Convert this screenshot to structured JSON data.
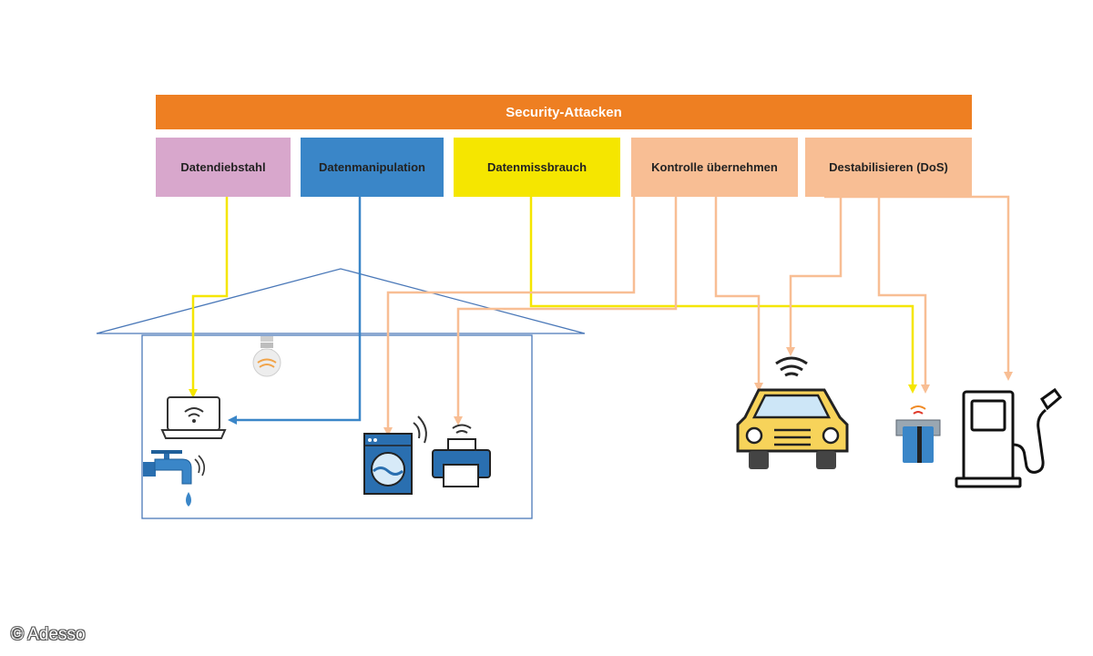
{
  "header": {
    "title": "Security-Attacken"
  },
  "categories": [
    {
      "label": "Datendiebstahl"
    },
    {
      "label": "Datenmanipulation"
    },
    {
      "label": "Datenmissbrauch"
    },
    {
      "label": "Kontrolle übernehmen"
    },
    {
      "label": "Destabilisieren (DoS)"
    }
  ],
  "colors": {
    "banner": "#ee7f22",
    "datendiebstahl": "#d8a7cc",
    "datenmanipulation": "#3a86c8",
    "datenmissbrauch": "#f5e600",
    "kontrolle": "#f8be94",
    "yellow_line": "#f5e600",
    "blue_line": "#3a86c8",
    "peach_line": "#f8be94",
    "house": "#4a78b8"
  },
  "icons": [
    "bulb-icon",
    "laptop-icon",
    "water-tap-icon",
    "washing-machine-icon",
    "printer-icon",
    "car-icon",
    "card-reader-icon",
    "fuel-pump-icon"
  ],
  "footer": {
    "copyright": "© Adesso"
  }
}
